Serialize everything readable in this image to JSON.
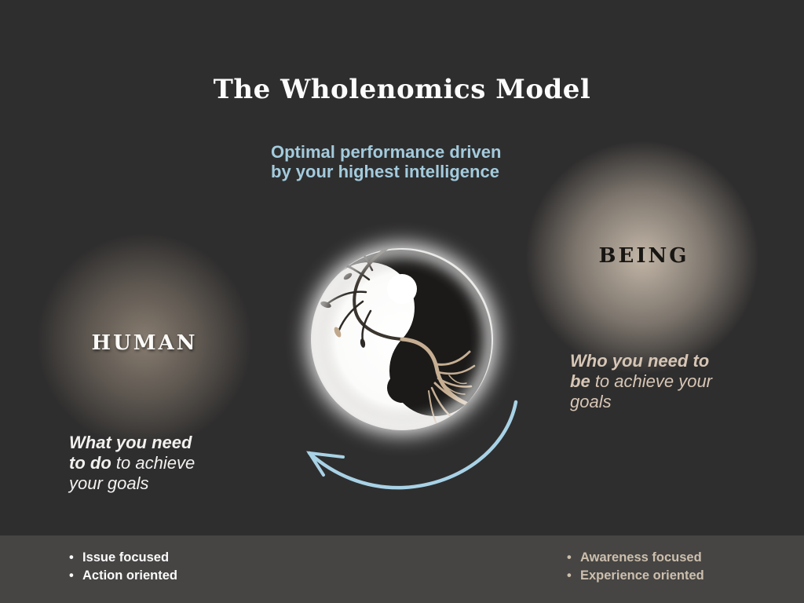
{
  "slide": {
    "title": "The Wholenomics Model",
    "subtitle": {
      "line1": "Optimal performance driven",
      "line2": "by your highest intelligence"
    },
    "human": {
      "label": "HUMAN",
      "note_full": "What you need to do to achieve your goals",
      "note_lines": [
        {
          "bold": "What you need",
          "rest": ""
        },
        {
          "bold": "to do",
          "rest": "to achieve"
        },
        {
          "bold": "",
          "rest": "your goals"
        }
      ]
    },
    "being": {
      "label": "BEING",
      "note_full": "Who you need to be to achieve your goals",
      "note_lines": [
        {
          "bold": "Who you need to",
          "rest": ""
        },
        {
          "bold": "be",
          "rest": "to achieve your"
        },
        {
          "bold": "",
          "rest": "goals"
        }
      ]
    },
    "footer": {
      "left_items": [
        "Issue focused",
        "Action oriented"
      ],
      "right_items": [
        "Awareness focused",
        "Experience oriented"
      ]
    },
    "icons": {
      "center": "yin-yang-tree-icon",
      "arrow": "counterclockwise-curved-arrow-icon"
    },
    "colors": {
      "background": "#2f2e2e",
      "footer_background": "#464544",
      "title_text": "#fcfcfc",
      "subtitle_blue": "#a3cbdd",
      "arrow_blue": "#a8d2e6",
      "tan_text": "#d7c6b5",
      "footer_tan": "#cdbfad",
      "glow_warm": "#c5b8a9",
      "roots_tan": "#c6ae92"
    }
  }
}
